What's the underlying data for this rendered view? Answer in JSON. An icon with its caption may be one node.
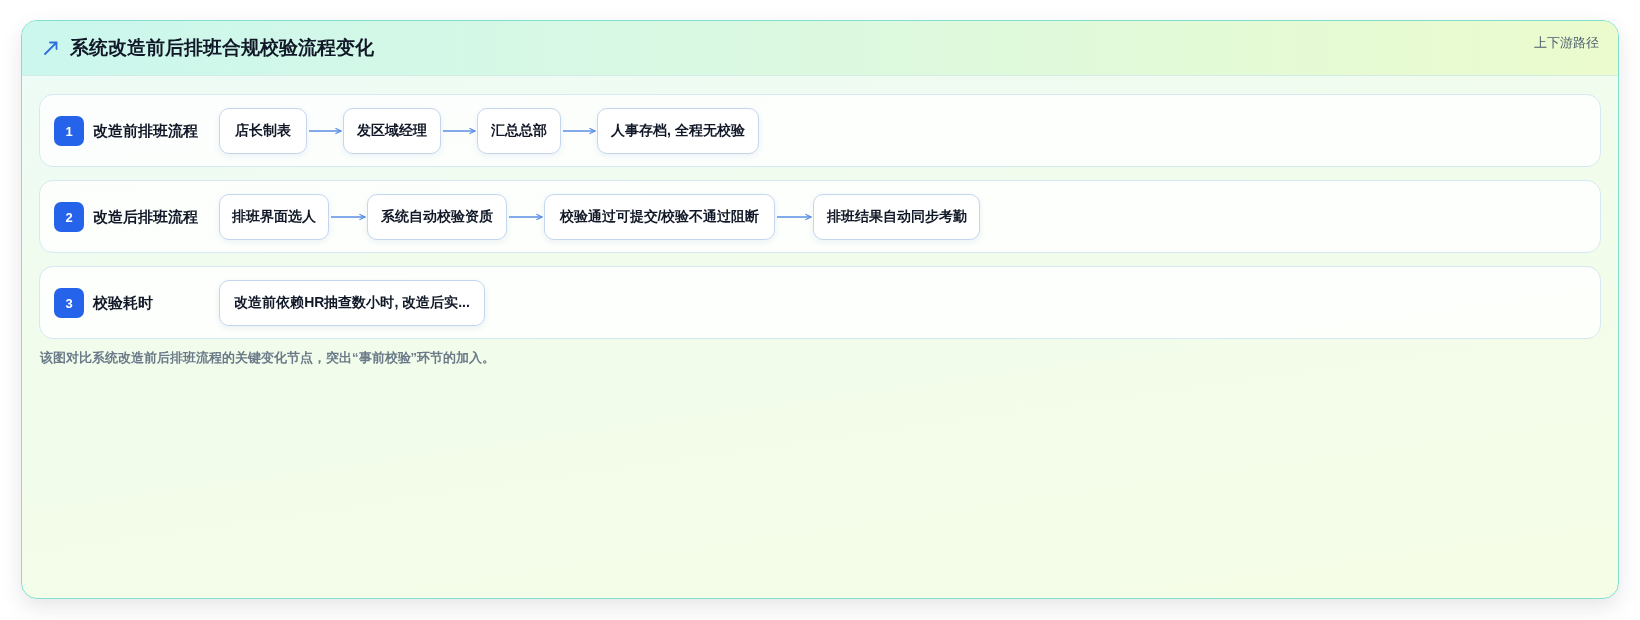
{
  "diagram": {
    "title": "系统改造前后排班合规校验流程变化",
    "caption": "该图对比系统改造前后排班流程的关键变化节点，突出“事前校验”环节的加入。",
    "labels": [
      "上下游路径"
    ],
    "nodes": [
      {
        "text": [
          "改造前排班流程"
        ]
      },
      {
        "text": [
          "1"
        ],
        "in": 0
      },
      {
        "text": [
          "店长制表"
        ],
        "in": 0
      },
      {
        "text": [
          "发区域经理"
        ],
        "in": 0
      },
      {
        "text": [
          "汇总总部"
        ],
        "in": 0
      },
      {
        "text": [
          "人事存档, 全程无校验"
        ],
        "in": 0
      },
      {
        "text": [
          "改造后排班流程"
        ]
      },
      {
        "text": [
          "2"
        ],
        "in": 6
      },
      {
        "text": [
          "排班界面选人"
        ],
        "in": 6
      },
      {
        "text": [
          "系统自动校验资质"
        ],
        "in": 6
      },
      {
        "text": [
          "校验通过可提交/校验不通过阻断"
        ],
        "in": 6
      },
      {
        "text": [
          "排班结果自动同步考勤"
        ],
        "in": 6
      },
      {
        "text": [
          "校验耗时"
        ]
      },
      {
        "text": [
          "3"
        ],
        "in": 12
      },
      {
        "text": [
          "改造前依赖HR抽查数小时, 改造后实..."
        ],
        "in": 12
      }
    ],
    "edges": [
      {
        "from": 2,
        "to": 3,
        "arrow": "to"
      },
      {
        "from": 3,
        "to": 4,
        "arrow": "to"
      },
      {
        "from": 4,
        "to": 5,
        "arrow": "to"
      },
      {
        "from": 8,
        "to": 9,
        "arrow": "to"
      },
      {
        "from": 9,
        "to": 10,
        "arrow": "to"
      },
      {
        "from": 10,
        "to": 11,
        "arrow": "to"
      }
    ]
  }
}
